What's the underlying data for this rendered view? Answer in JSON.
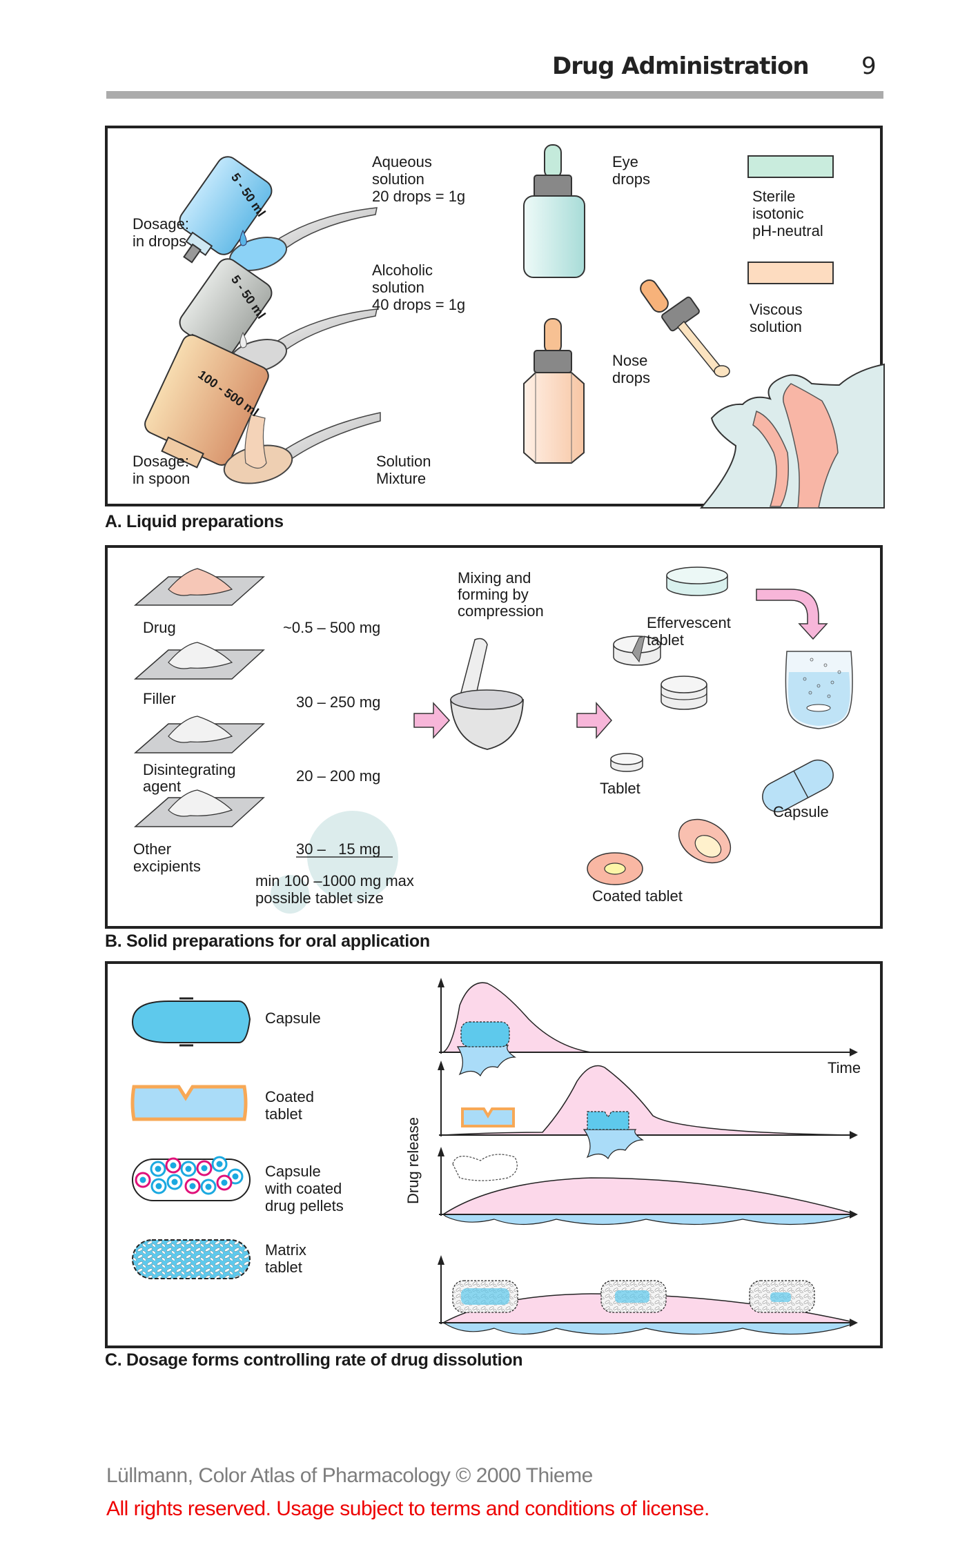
{
  "header": {
    "title": "Drug Administration",
    "page_number": "9"
  },
  "panel_a": {
    "caption": "A. Liquid preparations",
    "dosage_drops": "Dosage:\nin drops",
    "dosage_spoon": "Dosage:\nin spoon",
    "bottle_1_label": "5 - 50 ml",
    "bottle_2_label": "5 - 50 ml",
    "bottle_3_label": "100 - 500 ml",
    "aqueous": "Aqueous\nsolution\n20 drops = 1g",
    "alcoholic": "Alcoholic\nsolution\n40 drops = 1g",
    "solution_mixture": "Solution\nMixture",
    "eye_drops": "Eye\ndrops",
    "nose_drops": "Nose\ndrops",
    "legend": [
      {
        "label": "Sterile\nisotonic\npH-neutral",
        "color": "#c9ecdd"
      },
      {
        "label": "Viscous\nsolution",
        "color": "#fddcc0"
      }
    ]
  },
  "panel_b": {
    "caption": "B. Solid preparations for oral application",
    "ingredients": [
      {
        "name": "Drug",
        "amount": "~0.5 – 500 mg"
      },
      {
        "name": "Filler",
        "amount": "30 – 250 mg"
      },
      {
        "name": "Disintegrating\nagent",
        "amount": "20 – 200 mg"
      },
      {
        "name": "Other\nexcipients",
        "amount": "30 –   15 mg"
      }
    ],
    "tablet_size": "min 100 –1000 mg max\npossible tablet size",
    "mixing": "Mixing and\nforming by\ncompression",
    "effervescent": "Effervescent\ntablet",
    "tablet": "Tablet",
    "capsule": "Capsule",
    "coated_tablet": "Coated tablet"
  },
  "panel_c": {
    "caption": "C. Dosage forms controlling rate of drug dissolution",
    "forms": [
      {
        "label": "Capsule"
      },
      {
        "label": "Coated\ntablet"
      },
      {
        "label": "Capsule\nwith coated\ndrug pellets"
      },
      {
        "label": "Matrix\ntablet"
      }
    ],
    "y_axis_label": "Drug release",
    "x_axis_label": "Time"
  },
  "footer": {
    "copyright": "Lüllmann, Color Atlas of Pharmacology © 2000 Thieme",
    "license": "All rights reserved. Usage subject to terms and conditions of license."
  }
}
